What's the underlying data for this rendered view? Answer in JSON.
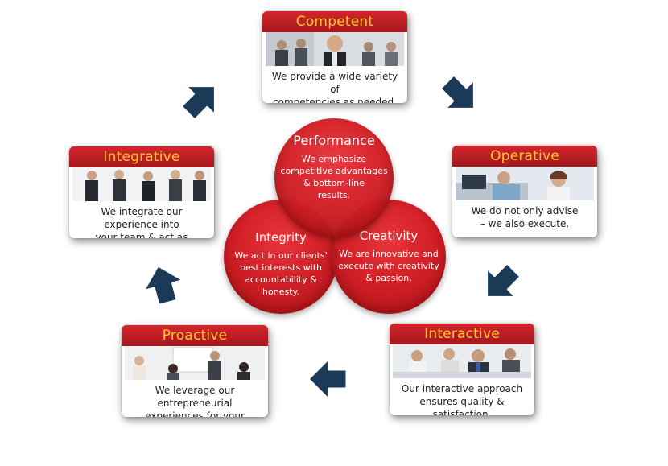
{
  "cards": {
    "competent": {
      "title": "Competent",
      "text1": "We provide a wide variety of",
      "text2": "competencies as needed."
    },
    "operative": {
      "title": "Operative",
      "text1": "We do not only advise",
      "text2": "– we also execute."
    },
    "interactive": {
      "title": "Interactive",
      "text1": "Our interactive approach",
      "text2": "ensures quality & satisfaction."
    },
    "proactive": {
      "title": "Proactive",
      "text1": "We leverage our entrepreneurial",
      "text2": "experiences for your benefit."
    },
    "integrative": {
      "title": "Integrative",
      "text1": "We integrate our experience into",
      "text2": "your team & act as catalysts."
    }
  },
  "circles": {
    "performance": {
      "title": "Performance",
      "lines": [
        "We emphasize",
        "competitive advantages",
        "& bottom-line",
        "results."
      ]
    },
    "integrity": {
      "title": "Integrity",
      "lines": [
        "We act in our clients'",
        "best interests with",
        "accountability &",
        "honesty."
      ]
    },
    "creativity": {
      "title": "Creativity",
      "lines": [
        "We are innovative and",
        "execute with creativity",
        "& passion."
      ]
    }
  },
  "colors": {
    "accent_red": "#c8202a",
    "title_gold": "#ffc72c",
    "arrow_navy": "#1b3a57"
  },
  "icons": [
    "arrow-icon"
  ]
}
